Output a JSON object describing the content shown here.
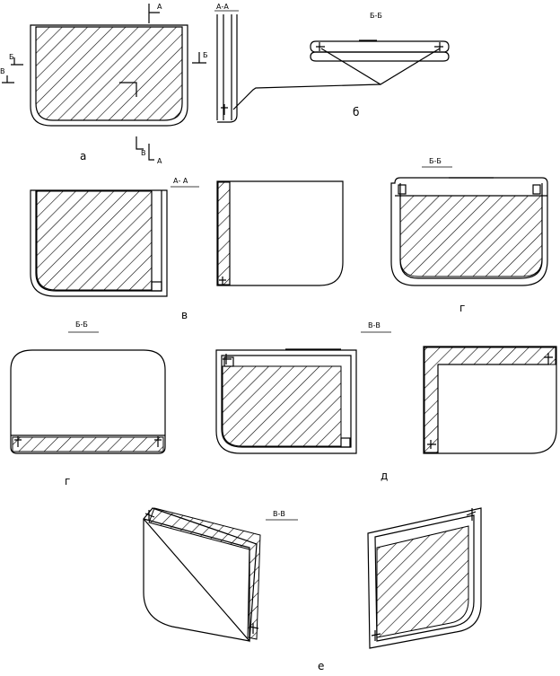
{
  "labels": {
    "fig_a": "а",
    "fig_b": "б",
    "fig_v": "в",
    "fig_g_top": "г",
    "fig_g_bottom": "г",
    "fig_d": "д",
    "fig_e": "е"
  },
  "sections": {
    "aa_top": "А-А",
    "bb_top": "Б-Б",
    "aa_row2": "А- А",
    "bb_row2": "Б-Б",
    "bb_row3": "Б-Б",
    "vv_row3": "В-В",
    "vv_row4": "В-В"
  },
  "cut_marks": {
    "a_top": "А",
    "a_bottom": "А",
    "b_left": "Б",
    "b_right": "Б",
    "v_left": "В",
    "v_bottom": "В"
  },
  "colors": {
    "line": "#000000",
    "background": "#ffffff"
  }
}
